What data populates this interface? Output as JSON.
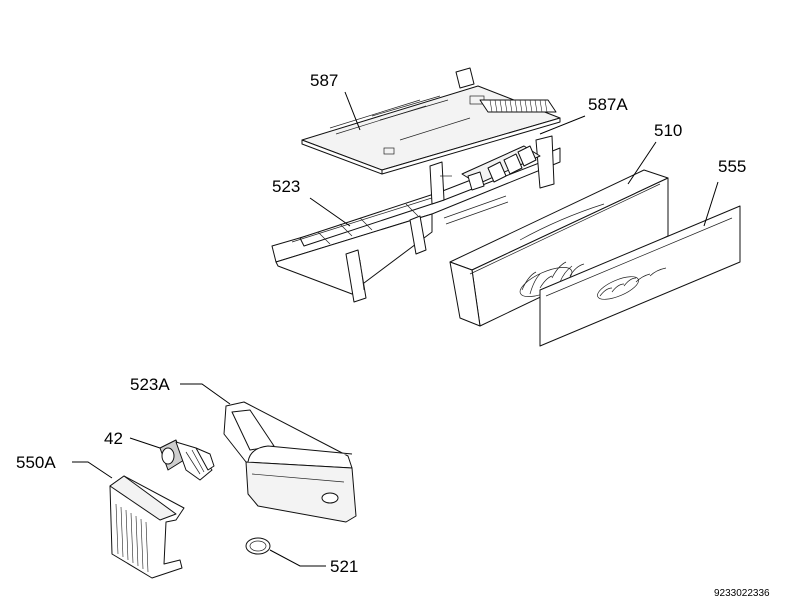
{
  "diagram": {
    "callouts": {
      "c587": "587",
      "c587a": "587A",
      "c510": "510",
      "c555": "555",
      "c523": "523",
      "c523a": "523A",
      "c42": "42",
      "c550a": "550A",
      "c521": "521"
    },
    "document_number": "9233022336"
  }
}
